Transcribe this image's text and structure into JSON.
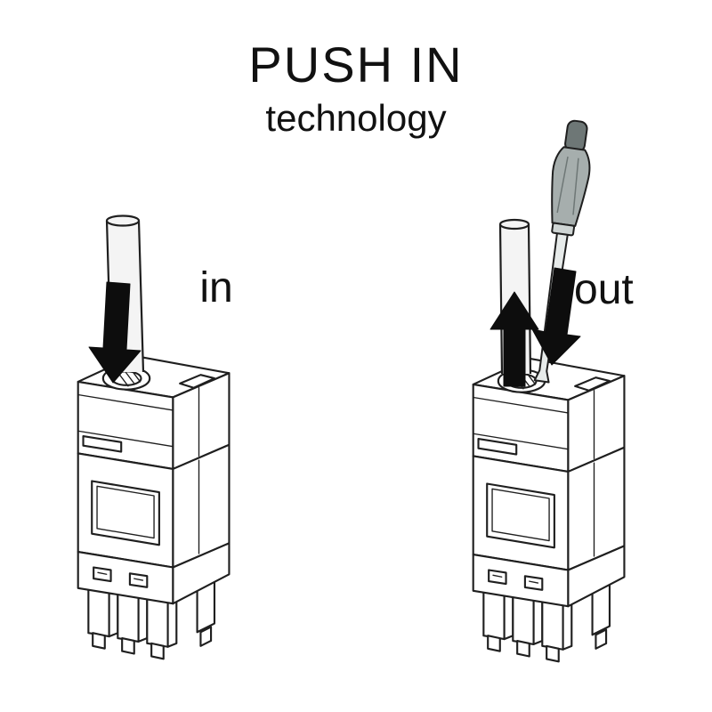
{
  "title": {
    "main": "PUSH IN",
    "sub": "technology"
  },
  "figures": {
    "left": {
      "label": "in"
    },
    "right": {
      "label": "out"
    }
  },
  "icons": {
    "left_arrow": "down-arrow-icon",
    "right_release_arrow": "up-arrow-icon",
    "right_press_arrow": "down-arrow-icon",
    "tool": "screwdriver-icon",
    "device": "push-in-terminal-connector"
  },
  "colors": {
    "background": "#ffffff",
    "line": "#1f1f1f",
    "arrow": "#0d0d0d",
    "wire-fill": "#f4f4f4",
    "handle": "#a6aead",
    "handle-cap": "#6e7776",
    "collar": "#cfd5d4",
    "shaft": "#e7ebea",
    "text": "#111111"
  }
}
